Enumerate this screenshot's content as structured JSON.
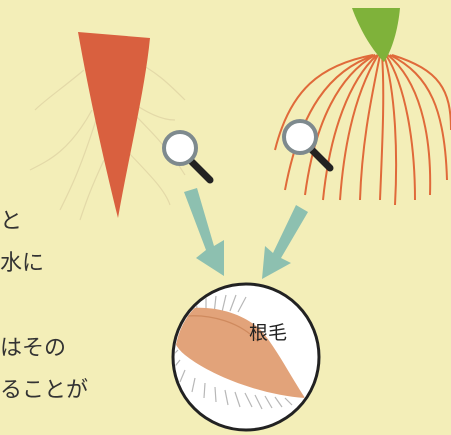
{
  "colors": {
    "background": "#f3eeb8",
    "taproot": "#d9603f",
    "fibrous_root": "#e06a3a",
    "leaf_green": "#7fb23a",
    "arrow": "#8dc0b0",
    "root_tissue": "#e2a37a"
  },
  "icons": [
    "magnifier-icon",
    "magnifier-icon",
    "arrow-down-icon",
    "arrow-down-icon"
  ],
  "text_lines": [
    "と",
    "水に",
    "はその",
    "ることが"
  ],
  "zoom_label": "根毛"
}
